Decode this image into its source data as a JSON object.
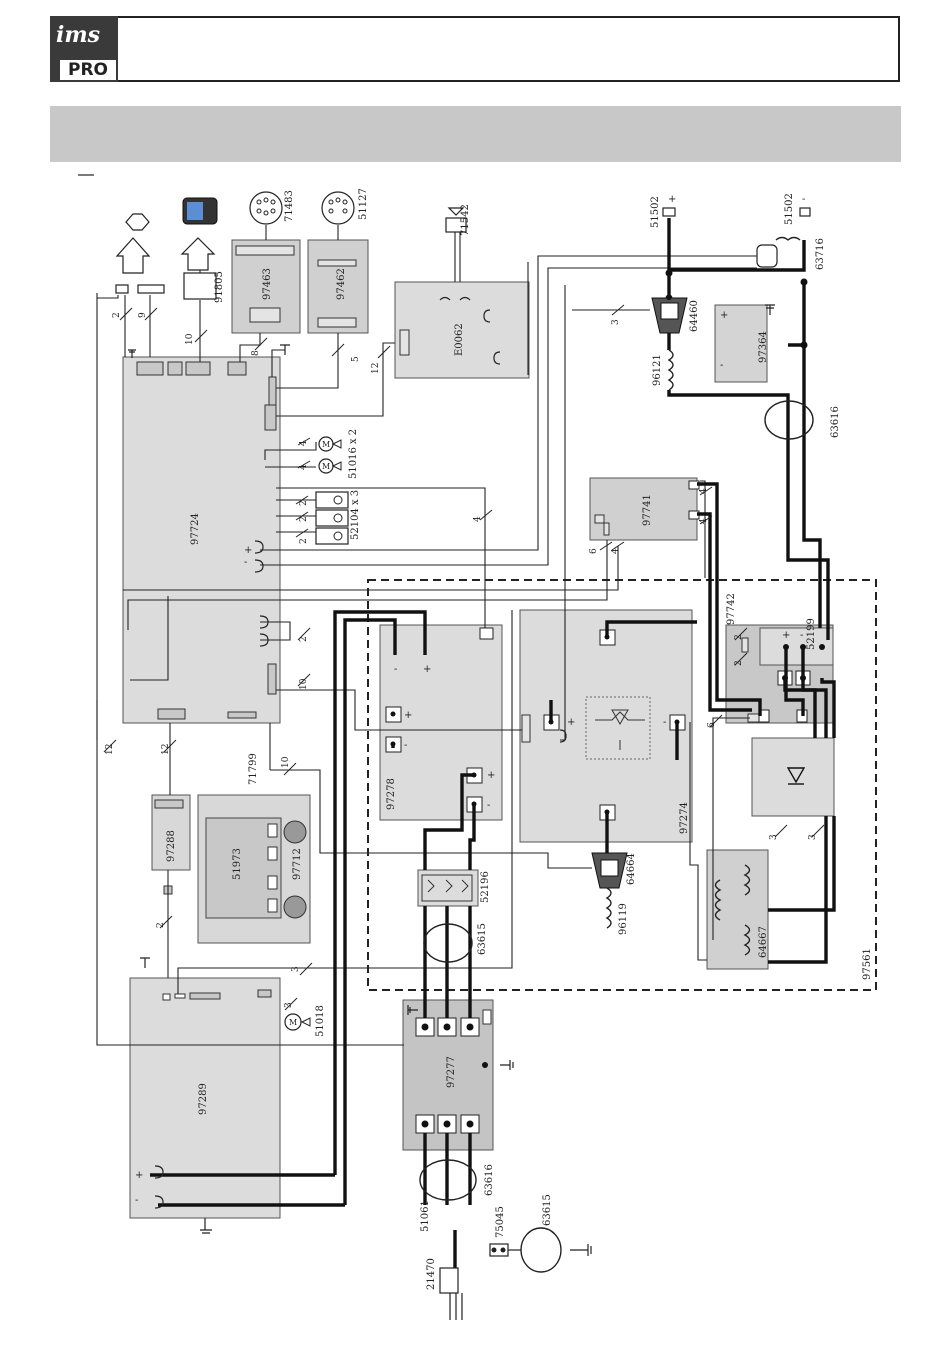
{
  "header": {
    "logo_top": "ims",
    "logo_bottom": "PRO"
  },
  "components": {
    "c97724": "97724",
    "c97463": "97463",
    "c97462": "97462",
    "c71483": "71483",
    "c51127": "51127",
    "c91805": "91805",
    "c71542": "71542",
    "cE0062": "E0062",
    "c51502a": "51502",
    "c51502b": "51502",
    "c63716": "63716",
    "c64460": "64460",
    "c97364": "97364",
    "c96121": "96121",
    "c63616a": "63616",
    "c51016": "51016 x 2",
    "c52104": "52104 x 3",
    "c97741": "97741",
    "c97742": "97742",
    "c52199": "52199",
    "c97278": "97278",
    "c97274": "97274",
    "c71799": "71799",
    "c97288": "97288",
    "c51973": "51973",
    "c97712": "97712",
    "c52196": "52196",
    "c63615a": "63615",
    "c64664": "64664",
    "c96119": "96119",
    "c64667": "64667",
    "c97561": "97561",
    "c97289": "97289",
    "c51018": "51018",
    "c97277": "97277",
    "c63616b": "63616",
    "c51061": "51061",
    "c75045": "75045",
    "c63615b": "63615",
    "c21470": "21470"
  },
  "wire_counts": {
    "w2": "2",
    "w9": "9",
    "w10a": "10",
    "w8": "8",
    "w5": "5",
    "w12a": "12",
    "w3a": "3",
    "w4a": "4",
    "w4b": "4",
    "w4c": "4",
    "w2a": "2",
    "w2b": "2",
    "w2c": "2",
    "w4d": "4",
    "w4e": "4",
    "w6a": "6",
    "w4f": "4",
    "w2d": "2",
    "w10b": "10",
    "w12b": "12",
    "w12c": "12",
    "w10c": "10",
    "w6b": "6",
    "w2e": "2",
    "w2f": "2",
    "w3b": "3",
    "w3c": "3",
    "w2g": "2",
    "w3d": "3",
    "w3e": "3"
  },
  "polarity": {
    "plus": "+",
    "minus": "-",
    "motor": "M"
  },
  "icons": [
    "logo-ims-pro",
    "hexagon-icon",
    "up-arrow-icon",
    "remote-control-icon",
    "motor-icon",
    "fan-icon",
    "ground-icon",
    "plug-icon",
    "diode-icon"
  ],
  "colors": {
    "module_fill": "#d9d9d9",
    "module_dark": "#c4c4c4",
    "wire": "#111111",
    "band": "#c8c8c8",
    "logo_bg": "#3a3a3a"
  }
}
